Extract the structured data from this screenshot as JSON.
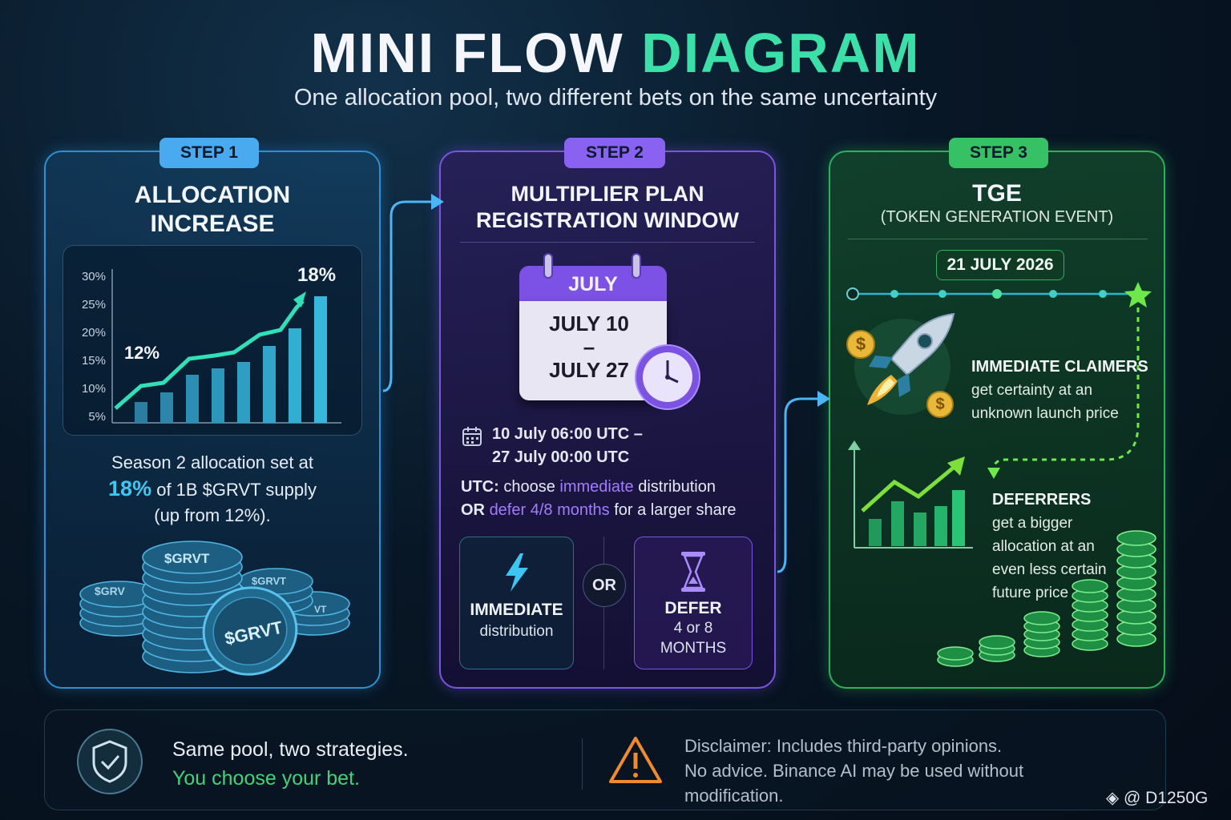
{
  "header": {
    "title_white": "MINI FLOW",
    "title_green": "DIAGRAM",
    "subtitle": "One allocation pool, two different bets on the same uncertainty"
  },
  "step1": {
    "badge": "STEP 1",
    "title_line1": "ALLOCATION",
    "title_line2": "INCREASE",
    "chart": {
      "y_ticks": [
        "30%",
        "25%",
        "20%",
        "15%",
        "10%",
        "5%"
      ],
      "start_label": "12%",
      "end_label": "18%"
    },
    "season_text1": "Season 2 allocation set at",
    "season_pct": "18%",
    "season_text2": "of 1B $GRVT supply",
    "season_text3": "(up from 12%).",
    "coin_labels": [
      "$GRVT",
      "$GRVT",
      "$GRVT",
      "$GRV",
      "VT"
    ]
  },
  "step2": {
    "badge": "STEP 2",
    "title_line1": "MULTIPLIER PLAN",
    "title_line2": "REGISTRATION WINDOW",
    "calendar_month": "JULY",
    "calendar_line1": "JULY 10",
    "calendar_dash": "–",
    "calendar_line2": "JULY 27",
    "window_line1": "10 July 06:00 UTC –",
    "window_line2": "27 July 00:00 UTC",
    "utc_label": "UTC:",
    "utc_text1": "choose",
    "utc_immediate": "immediate",
    "utc_text2": "distribution",
    "or_label": "OR",
    "defer_text": "defer 4/8 months",
    "defer_tail": "for a larger share",
    "choice_immediate_title": "IMMEDIATE",
    "choice_immediate_sub": "distribution",
    "choice_or": "OR",
    "choice_defer_title": "DEFER",
    "choice_defer_sub1": "4 or 8",
    "choice_defer_sub2": "MONTHS"
  },
  "step3": {
    "badge": "STEP 3",
    "title": "TGE",
    "subtitle": "(TOKEN GENERATION EVENT)",
    "date": "21 JULY 2026",
    "claimers_title": "IMMEDIATE CLAIMERS",
    "claimers_line1": "get certainty at an",
    "claimers_line2": "unknown launch price",
    "deferrers_title": "DEFERRERS",
    "deferrers_line1": "get a bigger",
    "deferrers_line2": "allocation at an",
    "deferrers_line3": "even less certain",
    "deferrers_line4": "future price",
    "coin_symbol": "$"
  },
  "footer": {
    "line1": "Same pool, two strategies.",
    "line2": "You choose your bet.",
    "disclaimer1": "Disclaimer: Includes third-party opinions.",
    "disclaimer2": "No advice. Binance AI may be used without",
    "disclaimer3": "modification.",
    "watermark": "@ D1250G"
  },
  "colors": {
    "step1": "#4aaaf0",
    "step2": "#8a62f2",
    "step3": "#36c164",
    "accent_green": "#3be0a8"
  }
}
